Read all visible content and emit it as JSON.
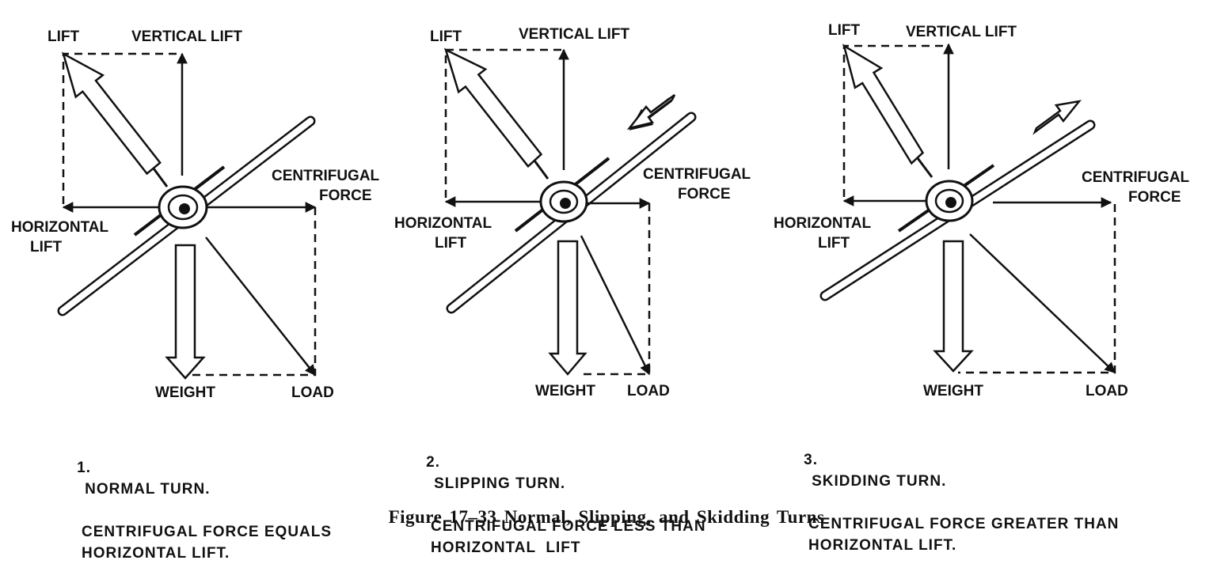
{
  "panels": [
    {
      "labels": {
        "lift": "LIFT",
        "vertical_lift": "VERTICAL LIFT",
        "centrifugal_1": "CENTRIFUGAL",
        "centrifugal_2": "FORCE",
        "horizontal_1": "HORIZONTAL",
        "horizontal_2": "LIFT",
        "weight": "WEIGHT",
        "load": "LOAD"
      },
      "caption": {
        "number": "1.",
        "title": "NORMAL TURN.",
        "line2": "CENTRIFUGAL FORCE EQUALS",
        "line3": "HORIZONTAL LIFT."
      }
    },
    {
      "labels": {
        "lift": "LIFT",
        "vertical_lift": "VERTICAL LIFT",
        "centrifugal_1": "CENTRIFUGAL",
        "centrifugal_2": "FORCE",
        "horizontal_1": "HORIZONTAL",
        "horizontal_2": "LIFT",
        "weight": "WEIGHT",
        "load": "LOAD"
      },
      "caption": {
        "number": "2.",
        "title": "SLIPPING TURN.",
        "line2": "CENTRIFUGAL FORCE LESS THAN",
        "line3": "HORIZONTAL  LIFT"
      }
    },
    {
      "labels": {
        "lift": "LIFT",
        "vertical_lift": "VERTICAL LIFT",
        "centrifugal_1": "CENTRIFUGAL",
        "centrifugal_2": "FORCE",
        "horizontal_1": "HORIZONTAL",
        "horizontal_2": "LIFT",
        "weight": "WEIGHT",
        "load": "LOAD"
      },
      "caption": {
        "number": "3.",
        "title": "SKIDDING TURN.",
        "line2": "CENTRIFUGAL FORCE GREATER THAN",
        "line3": "HORIZONTAL LIFT."
      }
    }
  ],
  "figure_caption": "Figure 17–33   Normal, Slipping, and Skidding Turns",
  "colors": {
    "ink": "#111111",
    "paper": "#ffffff"
  }
}
